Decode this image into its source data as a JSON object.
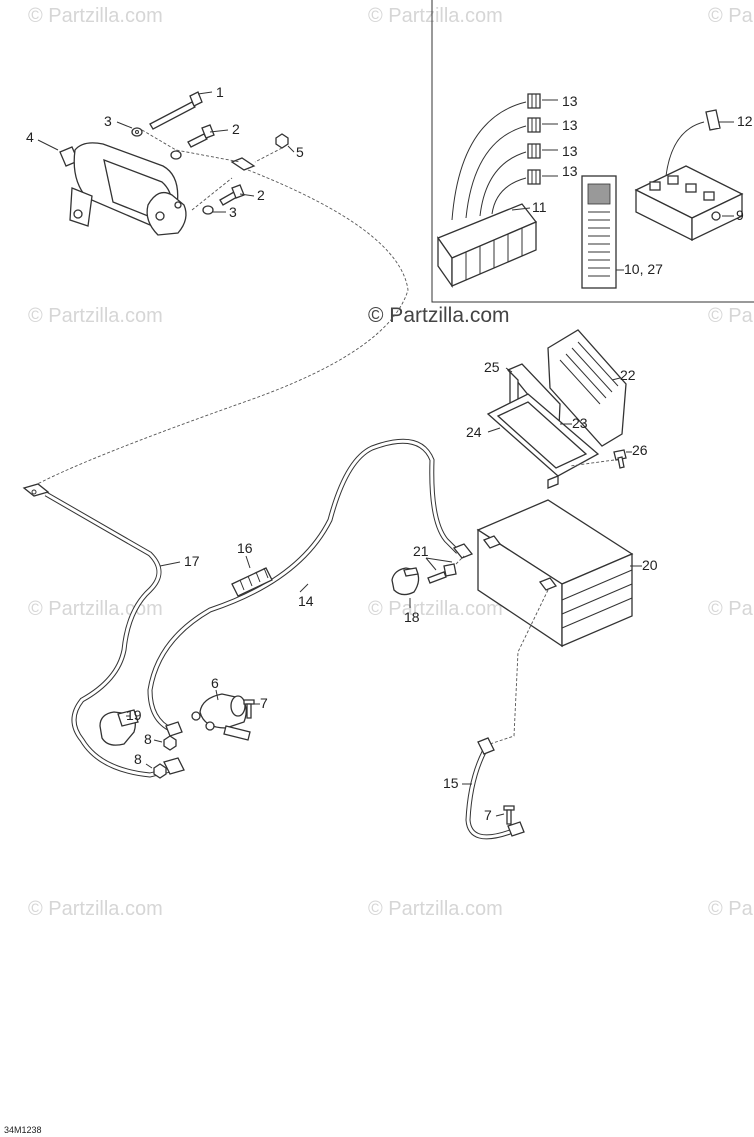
{
  "watermark": {
    "text": "© Partzilla.com",
    "center_text": "© Partzilla.com"
  },
  "diagram_code": "34M1238",
  "labels": {
    "l1": "1",
    "l2a": "2",
    "l2b": "2",
    "l3a": "3",
    "l3b": "3",
    "l4": "4",
    "l5": "5",
    "l6": "6",
    "l7a": "7",
    "l7b": "7",
    "l8a": "8",
    "l8b": "8",
    "l9": "9",
    "l10_27": "10, 27",
    "l11": "11",
    "l12": "12",
    "l13a": "13",
    "l13b": "13",
    "l13c": "13",
    "l13d": "13",
    "l14": "14",
    "l15": "15",
    "l16": "16",
    "l17": "17",
    "l18": "18",
    "l19": "19",
    "l20": "20",
    "l21": "21",
    "l22": "22",
    "l23": "23",
    "l24": "24",
    "l25": "25",
    "l26": "26"
  }
}
